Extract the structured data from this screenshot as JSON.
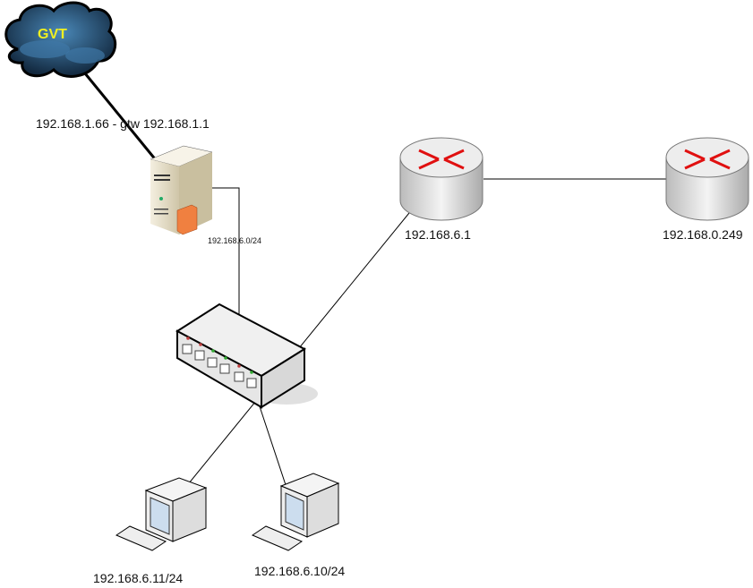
{
  "cloud": {
    "label": "GVT",
    "label_color": "#f0f020",
    "fill": "#2f5f8a"
  },
  "wan_link_label": "192.168.1.66 - gtw 192.168.1.1",
  "lan_subnet_label": "192.168.6.0/24",
  "routers": [
    {
      "label": "192.168.6.1"
    },
    {
      "label": "192.168.0.249"
    }
  ],
  "computers": [
    {
      "label": "192.168.6.11/24"
    },
    {
      "label": "192.168.6.10/24"
    }
  ],
  "colors": {
    "router_arrow": "#e01010",
    "server_body": "#e8e0cc",
    "firewall": "#f08040"
  }
}
